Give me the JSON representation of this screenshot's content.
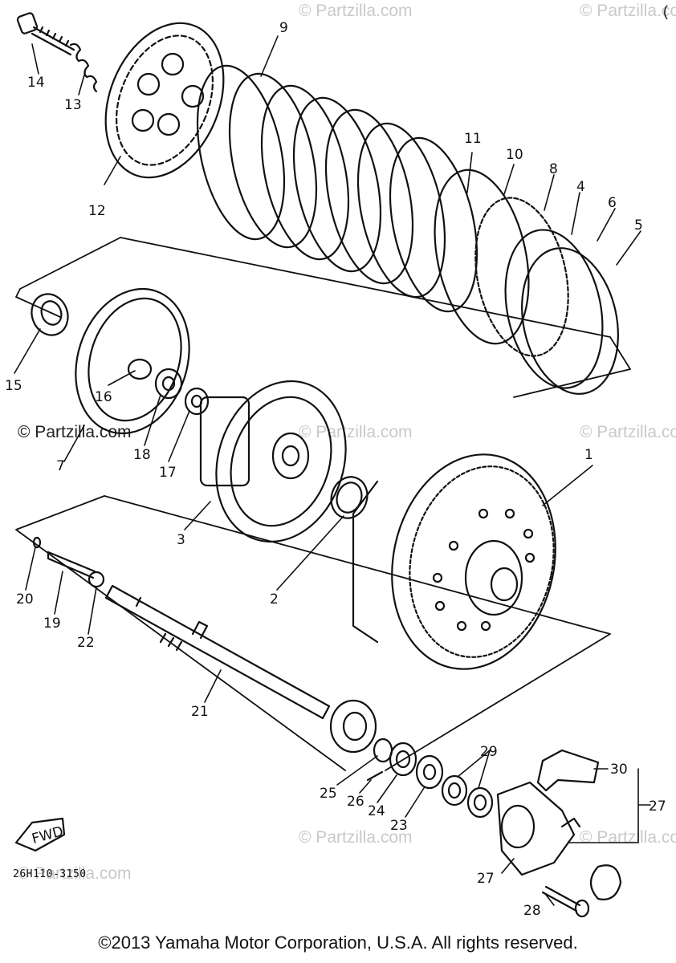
{
  "watermark": "© Partzilla.com",
  "side_mark": "(",
  "drawing_code": "26H110-3150",
  "fwd_label": "FWD",
  "copyright": "©2013 Yamaha Motor Corporation, U.S.A. All rights reserved.",
  "callouts": [
    "1",
    "2",
    "3",
    "4",
    "5",
    "6",
    "7",
    "8",
    "9",
    "10",
    "11",
    "12",
    "13",
    "14",
    "15",
    "16",
    "17",
    "18",
    "19",
    "20",
    "21",
    "22",
    "23",
    "24",
    "25",
    "26",
    "27",
    "28",
    "29",
    "30"
  ]
}
